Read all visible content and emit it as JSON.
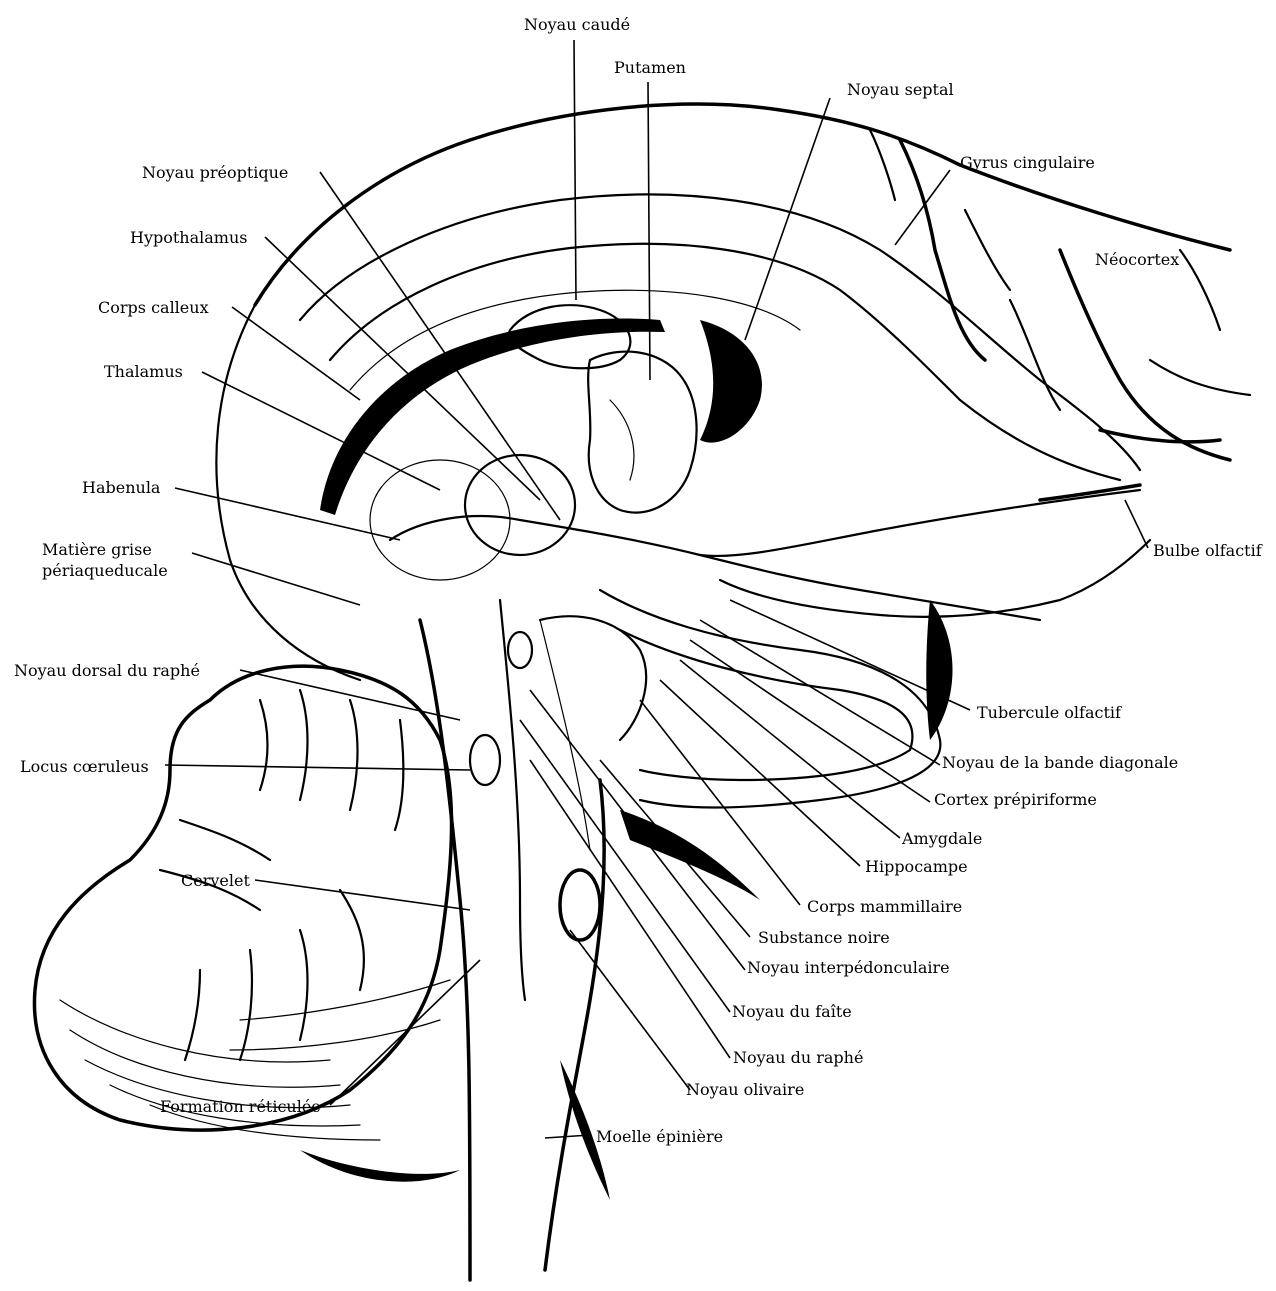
{
  "labels": {
    "noyau_caude": "Noyau caudé",
    "putamen": "Putamen",
    "noyau_septal": "Noyau septal",
    "gyrus_cingulaire": "Gyrus cingulaire",
    "neocortex": "Néocortex",
    "bulbe_olfactif": "Bulbe olfactif",
    "noyau_preoptique": "Noyau préoptique",
    "hypothalamus": "Hypothalamus",
    "corps_calleux": "Corps calleux",
    "thalamus": "Thalamus",
    "habenula": "Habenula",
    "matiere_grise": "Matière grise",
    "periaqueducale": "périaqueducale",
    "noyau_dorsal_raphe": "Noyau dorsal du raphé",
    "locus_coeruleus": "Locus cœruleus",
    "cervelet": "Cervelet",
    "formation_reticulee": "Formation réticulée",
    "moelle_epiniere": "Moelle épinière",
    "tubercule_olfactif": "Tubercule olfactif",
    "noyau_bande_diagonale": "Noyau de la bande diagonale",
    "cortex_prepiriforme": "Cortex prépiriforme",
    "amygdale": "Amygdale",
    "hippocampe": "Hippocampe",
    "corps_mammillaire": "Corps mammillaire",
    "substance_noire": "Substance noire",
    "noyau_interpedonculaire": "Noyau interpédonculaire",
    "noyau_du_faite": "Noyau du faîte",
    "noyau_du_raphe": "Noyau du raphé",
    "noyau_olivaire": "Noyau olivaire"
  }
}
